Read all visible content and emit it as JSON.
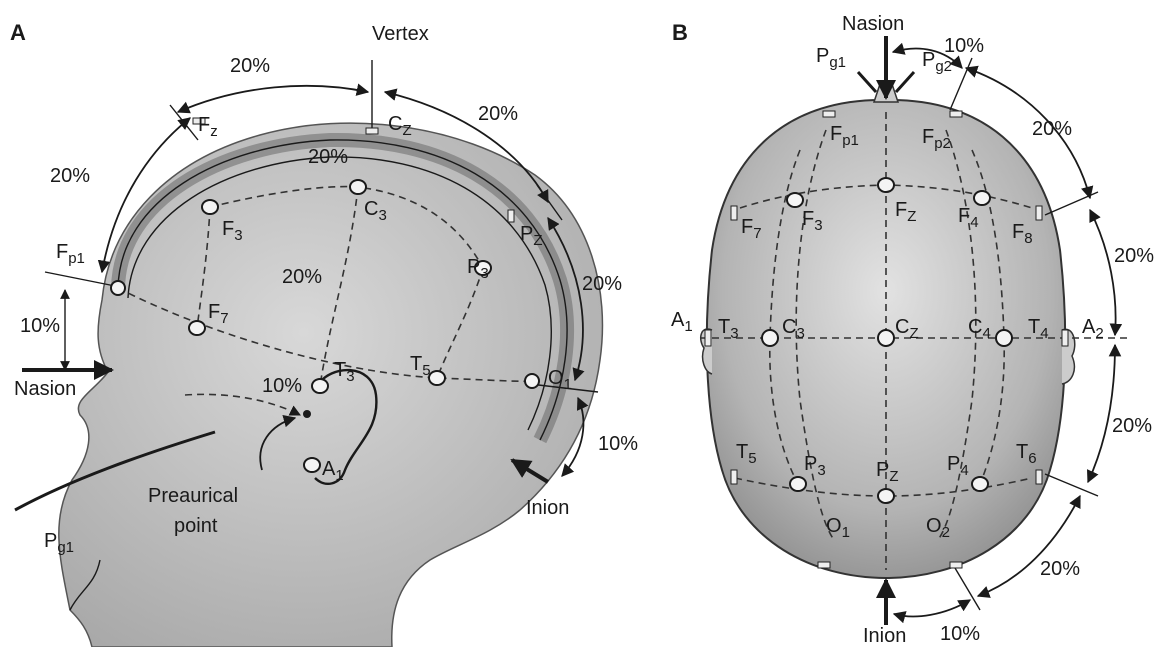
{
  "panel_a": {
    "panel_label": "A",
    "vertex": "Vertex",
    "nasion": "Nasion",
    "inion": "Inion",
    "preauricular_line1": "Preaurical",
    "preauricular_line2": "point",
    "pct": {
      "top_left": "20%",
      "top_right": "20%",
      "left": "20%",
      "right": "20%",
      "inner_top": "20%",
      "inner_mid": "20%",
      "left_small": "10%",
      "ear": "10%",
      "back": "10%"
    },
    "electrodes": {
      "fz": "F",
      "fz_sub": "z",
      "cz": "C",
      "cz_sub": "Z",
      "pz": "P",
      "pz_sub": "Z",
      "fp1": "F",
      "fp1_sub": "p1",
      "f3": "F",
      "f3_sub": "3",
      "f7": "F",
      "f7_sub": "7",
      "c3": "C",
      "c3_sub": "3",
      "t3": "T",
      "t3_sub": "3",
      "t5": "T",
      "t5_sub": "5",
      "p3": "P",
      "p3_sub": "3",
      "o1": "O",
      "o1_sub": "1",
      "a1": "A",
      "a1_sub": "1",
      "pg1": "P",
      "pg1_sub": "g1"
    }
  },
  "panel_b": {
    "panel_label": "B",
    "nasion": "Nasion",
    "inion": "Inion",
    "pct": {
      "top": "10%",
      "upper_right": "20%",
      "right_mid": "20%",
      "right_lower": "20%",
      "bottom_right": "20%",
      "bottom": "10%"
    },
    "electrodes": {
      "pg1": "P",
      "pg1_sub": "g1",
      "pg2": "P",
      "pg2_sub": "g2",
      "fp1": "F",
      "fp1_sub": "p1",
      "fp2": "F",
      "fp2_sub": "p2",
      "f7": "F",
      "f7_sub": "7",
      "f3": "F",
      "f3_sub": "3",
      "fz": "F",
      "fz_sub": "Z",
      "f4": "F",
      "f4_sub": "4",
      "f8": "F",
      "f8_sub": "8",
      "a1": "A",
      "a1_sub": "1",
      "t3": "T",
      "t3_sub": "3",
      "c3": "C",
      "c3_sub": "3",
      "cz": "C",
      "cz_sub": "Z",
      "c4": "C",
      "c4_sub": "4",
      "t4": "T",
      "t4_sub": "4",
      "a2": "A",
      "a2_sub": "2",
      "t5": "T",
      "t5_sub": "5",
      "p3": "P",
      "p3_sub": "3",
      "pz": "P",
      "pz_sub": "Z",
      "p4": "P",
      "p4_sub": "4",
      "t6": "T",
      "t6_sub": "6",
      "o1": "O",
      "o1_sub": "1",
      "o2": "O",
      "o2_sub": "2"
    }
  }
}
